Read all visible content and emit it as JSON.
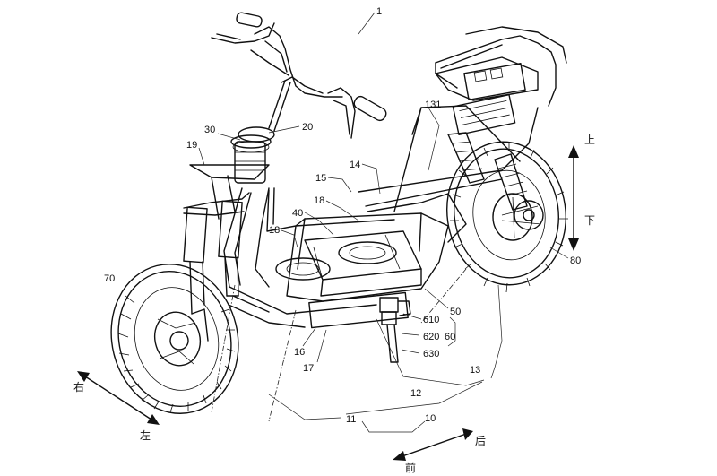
{
  "labels": {
    "l1": "1",
    "l30": "30",
    "l20": "20",
    "l19": "19",
    "l131": "131",
    "l15": "15",
    "l14": "14",
    "l18a": "18",
    "l40": "40",
    "l18b": "18",
    "l70": "70",
    "l80": "80",
    "l50": "50",
    "l610": "610",
    "l620": "620",
    "l60": "60",
    "l630": "630",
    "l16": "16",
    "l17": "17",
    "l13": "13",
    "l12": "12",
    "l11": "11",
    "l10": "10"
  },
  "directions": {
    "up": "上",
    "down": "下",
    "right_side": "右",
    "left_side": "左",
    "front": "前",
    "rear": "后"
  }
}
